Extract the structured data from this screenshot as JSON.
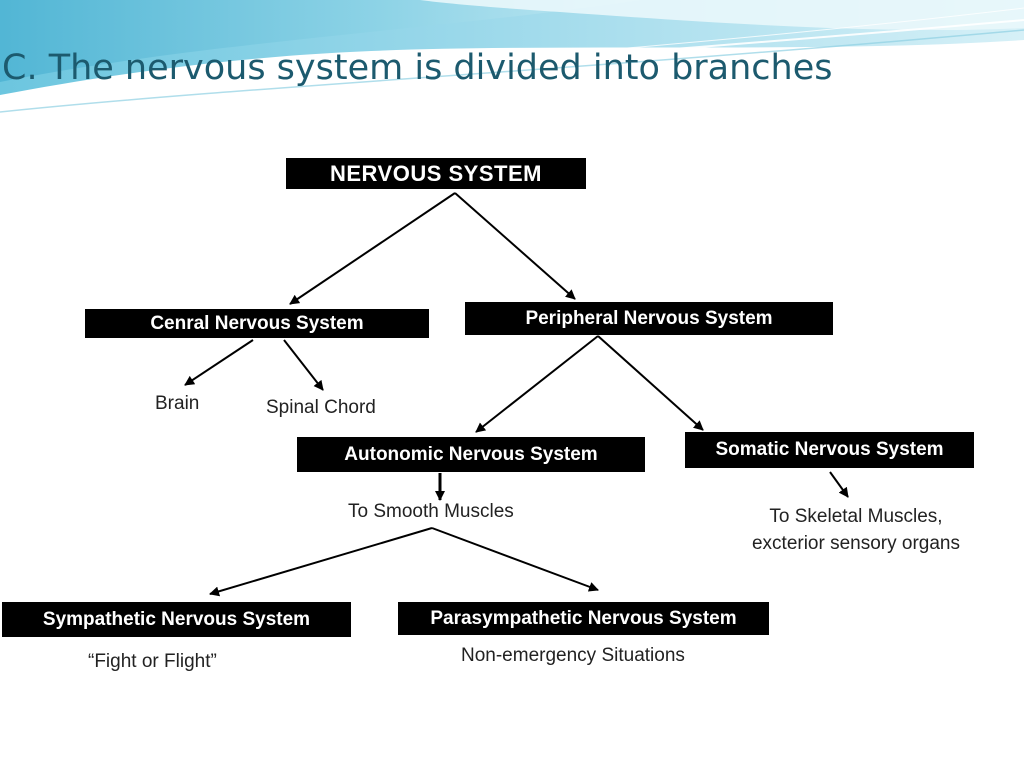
{
  "slide": {
    "title": "C.  The nervous system is divided into branches"
  },
  "diagram": {
    "nervous_system": "NERVOUS SYSTEM",
    "central": "Cenral Nervous System",
    "peripheral": "Peripheral Nervous System",
    "brain": "Brain",
    "spinal_chord": "Spinal Chord",
    "autonomic": "Autonomic Nervous System",
    "somatic": "Somatic Nervous System",
    "smooth_muscles": "To Smooth Muscles",
    "skeletal_line1": "To Skeletal Muscles,",
    "skeletal_line2": "excterior sensory organs",
    "sympathetic": "Sympathetic Nervous System",
    "parasympathetic": "Parasympathetic Nervous System",
    "fight_or_flight": "“Fight or Flight”",
    "non_emergency": "Non-emergency Situations"
  },
  "colors": {
    "title": "#1c5a6e",
    "node_fill": "#000000",
    "node_text": "#ffffff",
    "banner_light": "#bfe6f0",
    "banner_mid": "#7fcfe3",
    "banner_dark": "#4fb4d4"
  }
}
